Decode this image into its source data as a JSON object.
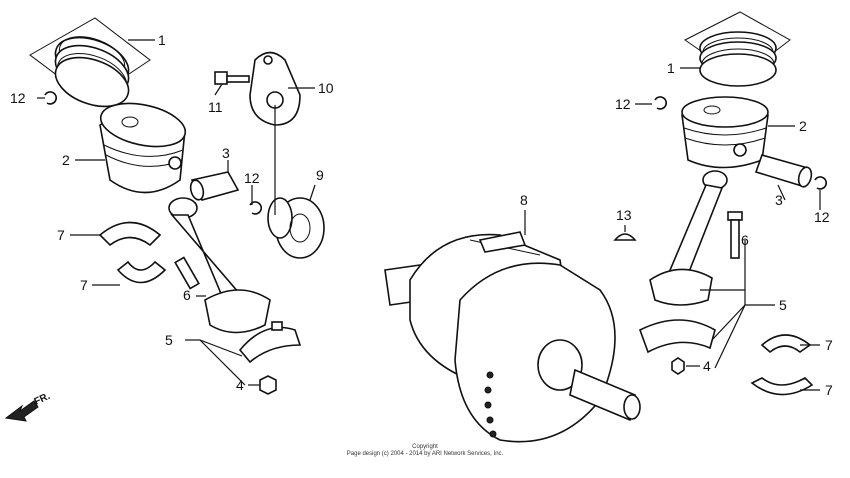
{
  "labels": {
    "l1": "1",
    "l2": "2",
    "l3": "3",
    "l4": "4",
    "l5": "5",
    "l6": "6",
    "l7a": "7",
    "l7b": "7",
    "l9": "9",
    "l10": "10",
    "l11": "11",
    "l12a": "12",
    "l12b": "12",
    "r1": "1",
    "r2": "2",
    "r3": "3",
    "r4": "4",
    "r5": "5",
    "r6": "6",
    "r7a": "7",
    "r7b": "7",
    "r8": "8",
    "r12a": "12",
    "r12b": "12",
    "r13": "13"
  },
  "direction_marker": "FR.",
  "copyright": {
    "line1": "Copyright",
    "line2": "Page design (c) 2004 - 2014 by ARI Network Services, Inc."
  }
}
